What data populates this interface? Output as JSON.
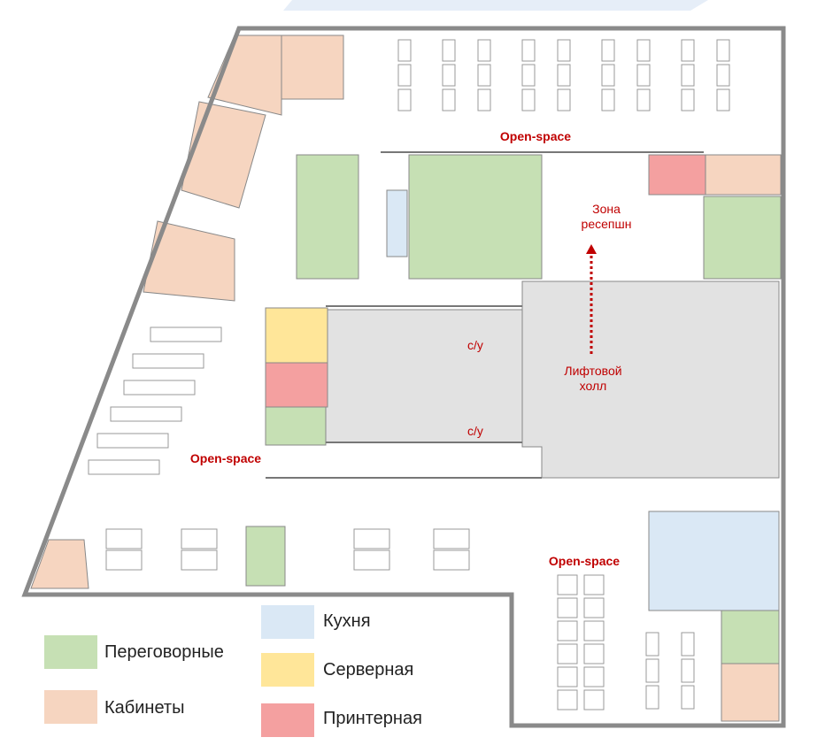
{
  "labels": {
    "open_space": "Open-space",
    "reception_1": "Зона",
    "reception_2": "ресепшн",
    "lift_1": "Лифтовой",
    "lift_2": "холл",
    "wc": "с/у"
  },
  "legend": [
    {
      "label": "Переговорные",
      "color": "#c6e0b4"
    },
    {
      "label": "Кабинеты",
      "color": "#f6d5c0"
    },
    {
      "label": "Кухня",
      "color": "#dae8f5"
    },
    {
      "label": "Серверная",
      "color": "#ffe699"
    },
    {
      "label": "Принтерная",
      "color": "#f4a0a0"
    }
  ],
  "colors": {
    "label_red": "#c00000",
    "wall": "#8a8a8a",
    "lift_grey": "#e2e2e2"
  }
}
